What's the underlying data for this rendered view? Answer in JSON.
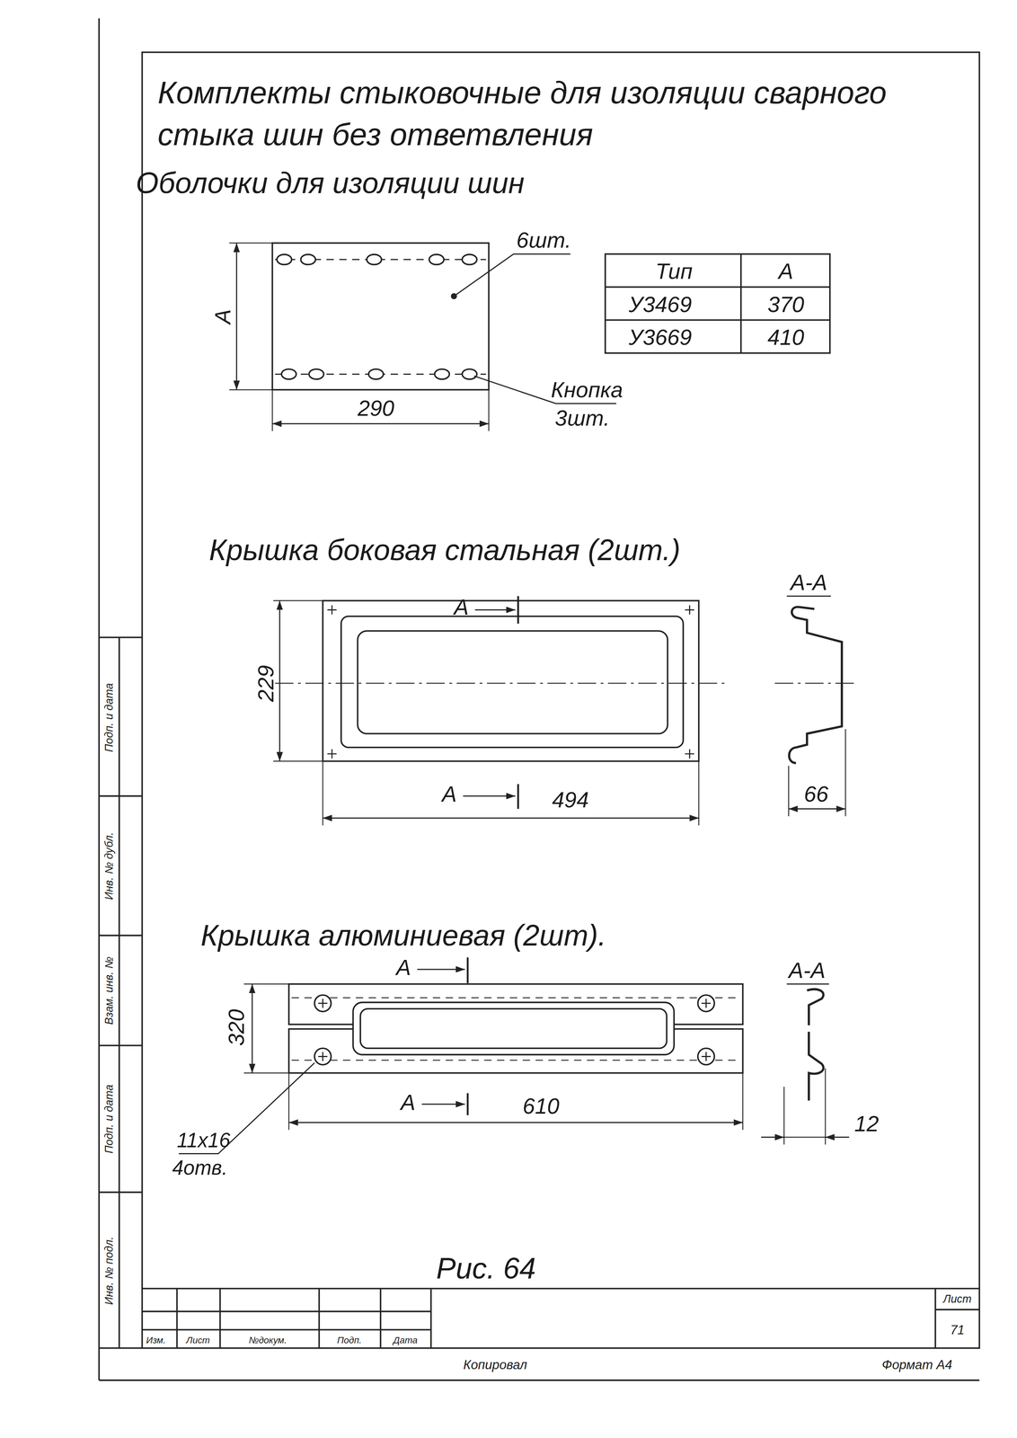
{
  "diagram": {
    "title": "Комплекты стыковочные для изоляции сварного стыка шин без ответвления",
    "labels": [
      "Оболочки для изоляции шин",
      "6шт.",
      "А",
      "290",
      "Кнопка",
      "3шт.",
      "Тип",
      "А",
      "У3469",
      "370",
      "У3669",
      "410",
      "Крышка боковая стальная (2шт.)",
      "А",
      "А-А",
      "229",
      "А",
      "494",
      "66",
      "Крышка алюминиевая (2шт).",
      "А",
      "А-А",
      "320",
      "А",
      "610",
      "11x16",
      "4отв.",
      "12",
      "Рис. 64",
      "Изм.",
      "Лист",
      "№докум.",
      "Подп.",
      "Дата",
      "Лист",
      "71",
      "Копировал",
      "Формат А4",
      "Подп. и дата",
      "Инв. № дубл.",
      "Взам. инв. №",
      "Подп. и дата",
      "Инв. № подл."
    ]
  }
}
